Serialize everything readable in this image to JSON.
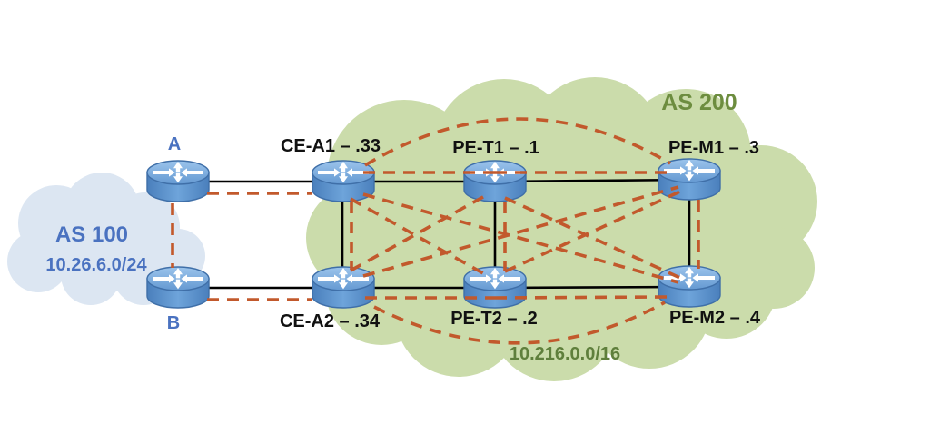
{
  "clouds": {
    "as100": {
      "name": "AS 100",
      "subnet": "10.26.6.0/24",
      "fill_color": "#dce6f2",
      "text_color": "#4a72c0"
    },
    "as200": {
      "name": "AS 200",
      "subnet": "10.216.0.0/16",
      "fill_color": "#cbdcab",
      "title_color": "#6d8d3f",
      "subnet_color": "#5f7f3c"
    }
  },
  "nodes": [
    {
      "id": "A",
      "label": "A",
      "cloud": "AS 100"
    },
    {
      "id": "B",
      "label": "B",
      "cloud": "AS 100"
    },
    {
      "id": "CE-A1",
      "label": "CE-A1 – .33",
      "cloud": "AS 200"
    },
    {
      "id": "CE-A2",
      "label": "CE-A2 – .34",
      "cloud": "AS 200"
    },
    {
      "id": "PE-T1",
      "label": "PE-T1 – .1",
      "cloud": "AS 200"
    },
    {
      "id": "PE-T2",
      "label": "PE-T2 – .2",
      "cloud": "AS 200"
    },
    {
      "id": "PE-M1",
      "label": "PE-M1 – .3",
      "cloud": "AS 200"
    },
    {
      "id": "PE-M2",
      "label": "PE-M2 – .4",
      "cloud": "AS 200"
    }
  ],
  "link_styles": {
    "physical": {
      "color": "#000000",
      "pattern": "solid"
    },
    "bgp_session": {
      "color": "#c2592c",
      "pattern": "dashed"
    }
  },
  "links": [
    {
      "from": "A",
      "to": "CE-A1",
      "type": "physical"
    },
    {
      "from": "B",
      "to": "CE-A2",
      "type": "physical"
    },
    {
      "from": "CE-A1",
      "to": "PE-T1",
      "type": "physical"
    },
    {
      "from": "PE-T1",
      "to": "PE-M1",
      "type": "physical"
    },
    {
      "from": "CE-A2",
      "to": "PE-T2",
      "type": "physical"
    },
    {
      "from": "PE-T2",
      "to": "PE-M2",
      "type": "physical"
    },
    {
      "from": "CE-A1",
      "to": "CE-A2",
      "type": "physical"
    },
    {
      "from": "PE-T1",
      "to": "PE-T2",
      "type": "physical"
    },
    {
      "from": "PE-M1",
      "to": "PE-M2",
      "type": "physical"
    },
    {
      "from": "A",
      "to": "B",
      "type": "bgp_session"
    },
    {
      "from": "A",
      "to": "CE-A1",
      "type": "bgp_session"
    },
    {
      "from": "B",
      "to": "CE-A2",
      "type": "bgp_session"
    },
    {
      "from": "CE-A1",
      "to": "CE-A2",
      "type": "bgp_session"
    },
    {
      "from": "CE-A1",
      "to": "PE-T1",
      "type": "bgp_session"
    },
    {
      "from": "CE-A1",
      "to": "PE-T2",
      "type": "bgp_session"
    },
    {
      "from": "CE-A1",
      "to": "PE-M1",
      "type": "bgp_session"
    },
    {
      "from": "CE-A1",
      "to": "PE-M2",
      "type": "bgp_session"
    },
    {
      "from": "CE-A2",
      "to": "PE-T1",
      "type": "bgp_session"
    },
    {
      "from": "CE-A2",
      "to": "PE-T2",
      "type": "bgp_session"
    },
    {
      "from": "CE-A2",
      "to": "PE-M1",
      "type": "bgp_session"
    },
    {
      "from": "CE-A2",
      "to": "PE-M2",
      "type": "bgp_session"
    },
    {
      "from": "PE-T1",
      "to": "PE-T2",
      "type": "bgp_session"
    },
    {
      "from": "PE-T1",
      "to": "PE-M1",
      "type": "bgp_session"
    },
    {
      "from": "PE-T1",
      "to": "PE-M2",
      "type": "bgp_session"
    },
    {
      "from": "PE-T2",
      "to": "PE-M1",
      "type": "bgp_session"
    },
    {
      "from": "PE-T2",
      "to": "PE-M2",
      "type": "bgp_session"
    },
    {
      "from": "PE-M1",
      "to": "PE-M2",
      "type": "bgp_session"
    }
  ]
}
